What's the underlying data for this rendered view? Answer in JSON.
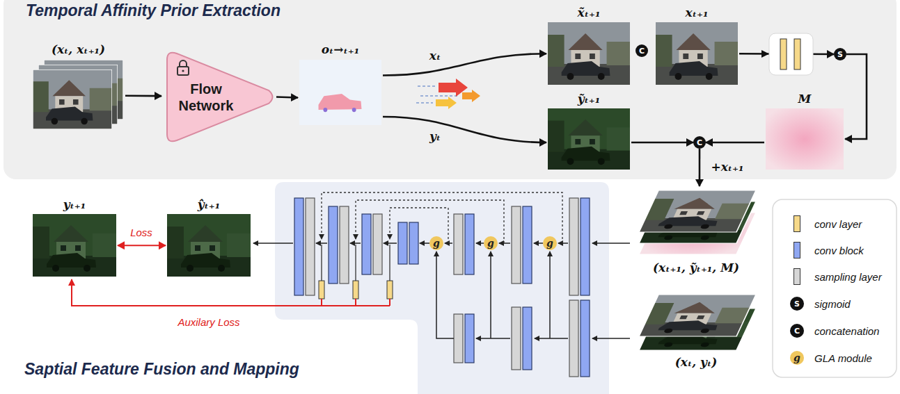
{
  "diagram": {
    "nodes": [
      {
        "text": [
          "Temporal Affinity Prior Extraction"
        ]
      },
      {
        "text": [
          "(xₜ, xₜ₊₁)"
        ],
        "in": 0
      },
      {
        "text": [
          "Flow Network"
        ],
        "in": 0
      },
      {
        "text": [
          "oₜ→ₜ₊₁"
        ],
        "in": 0
      },
      {
        "text": [
          "x̃ₜ₊₁"
        ],
        "in": 0
      },
      {
        "text": [
          "C"
        ],
        "in": 0
      },
      {
        "text": [
          "xₜ₊₁"
        ],
        "in": 0
      },
      {
        "text": [
          "S"
        ],
        "in": 0
      },
      {
        "text": [
          "ỹₜ₊₁"
        ],
        "in": 0
      },
      {
        "text": [
          "C"
        ],
        "in": 0
      },
      {
        "text": [
          "M"
        ],
        "in": 0
      },
      {
        "text": [
          "yₜ₊₁"
        ]
      },
      {
        "text": [
          "ŷₜ₊₁"
        ]
      },
      {
        "text": [
          "g"
        ]
      },
      {
        "text": [
          "g"
        ]
      },
      {
        "text": [
          "g"
        ]
      },
      {
        "text": [
          "(xₜ₊₁, ỹₜ₊₁, M)"
        ]
      },
      {
        "text": [
          "(xₜ, yₜ)"
        ]
      }
    ],
    "edges": [
      {
        "from": 1,
        "to": 2,
        "arrow": "to"
      },
      {
        "from": 2,
        "to": 3,
        "arrow": "to"
      },
      {
        "from": 3,
        "to": 4,
        "label": "xₜ",
        "arrow": "to"
      },
      {
        "from": 3,
        "to": 8,
        "label": "yₜ",
        "arrow": "to"
      },
      {
        "from": 6,
        "to": 7,
        "arrow": "to"
      },
      {
        "from": 7,
        "to": 10,
        "arrow": "to"
      },
      {
        "from": 10,
        "to": 9,
        "arrow": "to"
      },
      {
        "from": 8,
        "to": 9,
        "arrow": "to"
      },
      {
        "from": 9,
        "to": 16,
        "label": "+xₜ₊₁",
        "arrow": "to"
      },
      {
        "from": 12,
        "to": 11,
        "label": "Loss",
        "arrow": "both"
      }
    ],
    "labels": [
      "Saptial Feature Fusion and Mapping",
      "Auxilary Loss",
      "S",
      "C",
      "g"
    ],
    "legend": [
      {
        "text": "conv layer",
        "color": "#f6d98a"
      },
      {
        "text": "conv block",
        "color": "#8fa7f2"
      },
      {
        "text": "sampling layer",
        "color": "#d6d6d6"
      },
      {
        "text": "sigmoid"
      },
      {
        "text": "concatenation"
      },
      {
        "text": "GLA module"
      }
    ]
  }
}
